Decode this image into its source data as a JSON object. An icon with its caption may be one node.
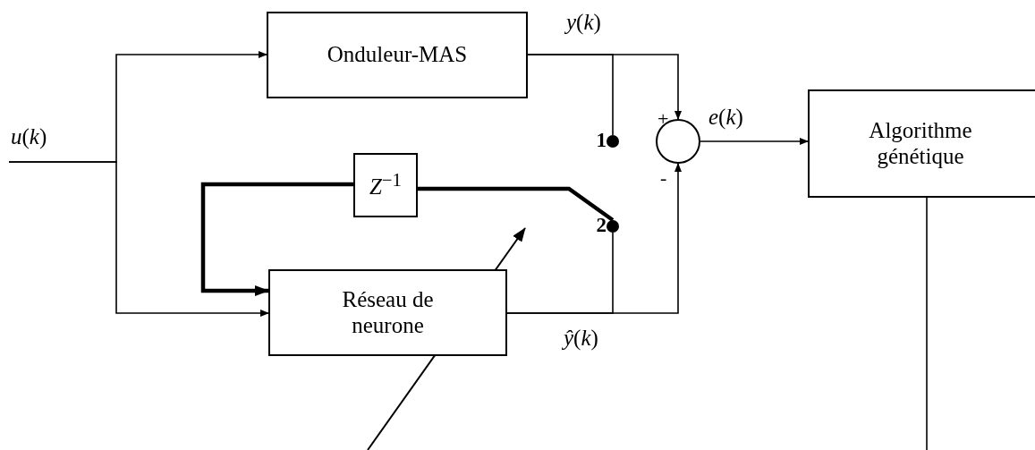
{
  "diagram": {
    "nodes": [
      {
        "text": [
          "Onduleur-MAS"
        ]
      },
      {
        "text": [
          "Réseau de neurone"
        ]
      },
      {
        "text": [
          "*Z*$^{−1}$"
        ]
      },
      {
        "text": [
          "Algorithme génétique"
        ]
      },
      {
        "text": [],
        "shape": "circle"
      },
      {
        "text": [],
        "shape": "dot",
        "beside": [
          "1"
        ]
      },
      {
        "text": [],
        "shape": "dot",
        "beside": [
          "2"
        ]
      }
    ],
    "edges": [
      {
        "from": null,
        "to": 0,
        "arrow": "to"
      },
      {
        "from": null,
        "to": 1,
        "arrow": "to"
      },
      {
        "from": 0,
        "to": 4,
        "arrow": "to",
        "label": "*y*(*k*)"
      },
      {
        "from": 0,
        "to": 5,
        "arrow": "none"
      },
      {
        "from": 1,
        "to": 4,
        "arrow": "to",
        "label": "*ŷ*(*k*)"
      },
      {
        "from": 1,
        "to": 6,
        "arrow": "none"
      },
      {
        "from": 4,
        "to": 3,
        "arrow": "to",
        "label": "*e*(*k*)"
      },
      {
        "from": 2,
        "to": 1,
        "arrow": "to",
        "style": "thick"
      },
      {
        "from": 2,
        "to": 6,
        "arrow": "none",
        "style": "thick"
      },
      {
        "from": 3,
        "to": null,
        "arrow": "none"
      }
    ],
    "labels": [
      "*u*(*k*)",
      "+",
      "-"
    ]
  }
}
